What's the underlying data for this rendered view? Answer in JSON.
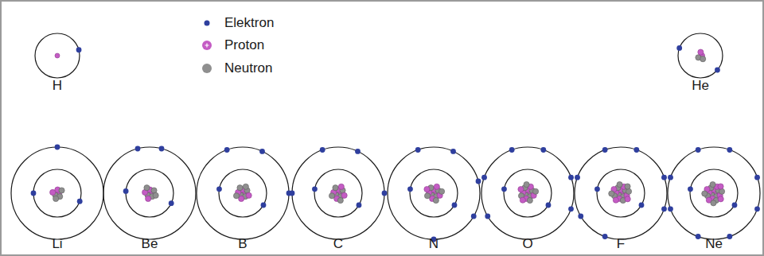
{
  "diagram": {
    "labels": [
      "H",
      "He",
      "Li",
      "Be",
      "B",
      "C",
      "N",
      "O",
      "F",
      "Ne"
    ],
    "legend": [
      {
        "text": "Elektron",
        "color": "#2f3f9e"
      },
      {
        "text": "Proton",
        "color": "#c45cc4"
      },
      {
        "text": "Neutron",
        "color": "#8f8f8f"
      }
    ]
  }
}
